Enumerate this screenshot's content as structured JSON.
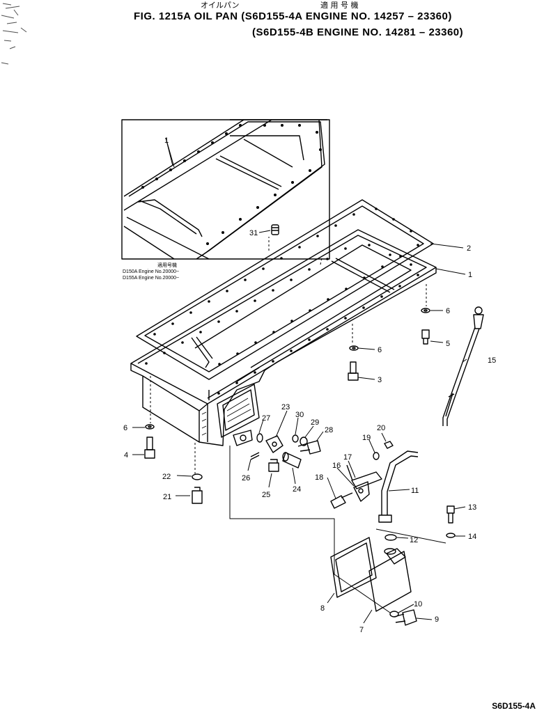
{
  "header": {
    "jp_title": "オイルパン",
    "jp_applicability": "適 用 号 機",
    "line1": "FIG. 1215A  OIL PAN (S6D155-4A  ENGINE NO. 14257 – 23360)",
    "line2": "(S6D155-4B  ENGINE NO. 14281 – 23360)"
  },
  "inset_note": {
    "jp": "適用号機",
    "line1": "D150A  Engine No.20000~",
    "line2": "D155A  Engine No.20000~"
  },
  "callouts": {
    "p1": "1",
    "p1b": "1",
    "p2": "2",
    "p3": "3",
    "p4": "4",
    "p5": "5",
    "p6a": "6",
    "p6b": "6",
    "p6c": "6",
    "p7": "7",
    "p8": "8",
    "p9": "9",
    "p10": "10",
    "p11": "11",
    "p12": "12",
    "p13": "13",
    "p14": "14",
    "p15": "15",
    "p16": "16",
    "p17": "17",
    "p18": "18",
    "p19": "19",
    "p20": "20",
    "p21": "21",
    "p22": "22",
    "p23": "23",
    "p24": "24",
    "p25": "25",
    "p26": "26",
    "p27": "27",
    "p28": "28",
    "p29": "29",
    "p30": "30",
    "p31": "31"
  },
  "footer_code": "S6D155-4A"
}
